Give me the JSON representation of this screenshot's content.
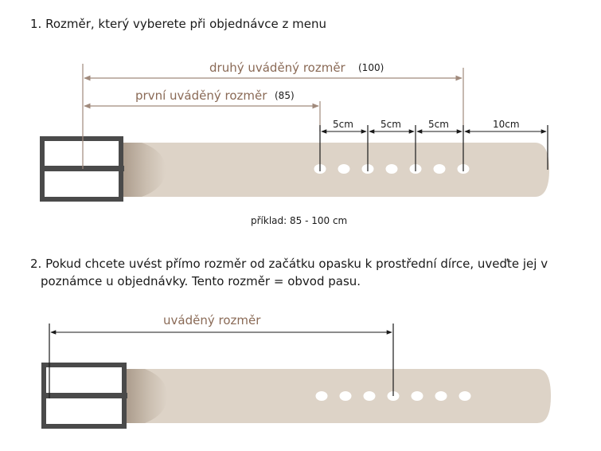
{
  "step1": {
    "heading": "1. Rozměr, který vyberete při objednávce z menu",
    "second_dim_label": "druhý uváděný rozměr",
    "second_dim_value": "(100)",
    "first_dim_label": "první uváděný rozměr",
    "first_dim_value": "(85)",
    "spacing_labels": [
      "5cm",
      "5cm",
      "5cm",
      "10cm"
    ],
    "example": "příklad: 85 - 100 cm"
  },
  "step2": {
    "heading_line1": "2. Pokud chcete uvést přímo rozměr od začátku opasku k prostřední dírce, uveďte jej v",
    "heading_line2": "poznámce u objednávky. Tento rozměr = obvod pasu.",
    "dim_label": "uváděný rozměr"
  },
  "colors": {
    "belt": "#ddd3c7",
    "buckle": "#4a4a4a",
    "dimension_line": "#a08a7c",
    "label_brown": "#8a6a56",
    "hole": "#ffffff"
  }
}
